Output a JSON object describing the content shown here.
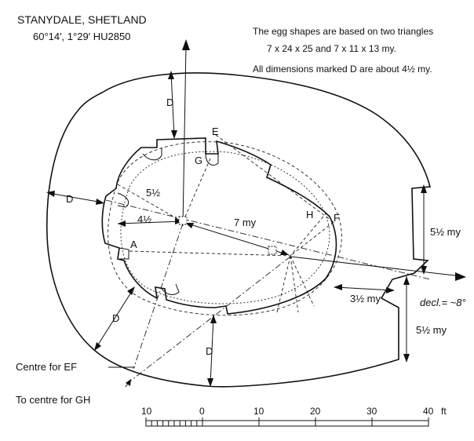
{
  "title": {
    "site": "STANYDALE, SHETLAND",
    "coords": "60°14′, 1°29′  HU2850"
  },
  "notes": {
    "line1": "The egg shapes are based on two triangles",
    "line2": "7 x 24 x 25    and    7 x 11 x 13 my.",
    "line3": "All dimensions marked D are about 4½ my."
  },
  "labels": {
    "d_top": "D",
    "d_left": "D",
    "d_lower_left": "D",
    "d_bottom": "D",
    "point_e": "E",
    "point_g": "G",
    "point_h": "H",
    "point_f": "F",
    "point_a": "A",
    "radius_5half": "5½",
    "radius_4half": "4½",
    "len_7my": "7 my",
    "dim_5half_upper": "5½ my",
    "dim_5half_lower": "5½ my",
    "dim_3half": "3½ my",
    "decl": "decl.= ~8°",
    "centre_ef": "Centre for EF",
    "centre_gh": "To centre for GH"
  },
  "scale": {
    "unit": "ft",
    "ticks": [
      "10",
      "0",
      "10",
      "20",
      "30",
      "40"
    ]
  }
}
